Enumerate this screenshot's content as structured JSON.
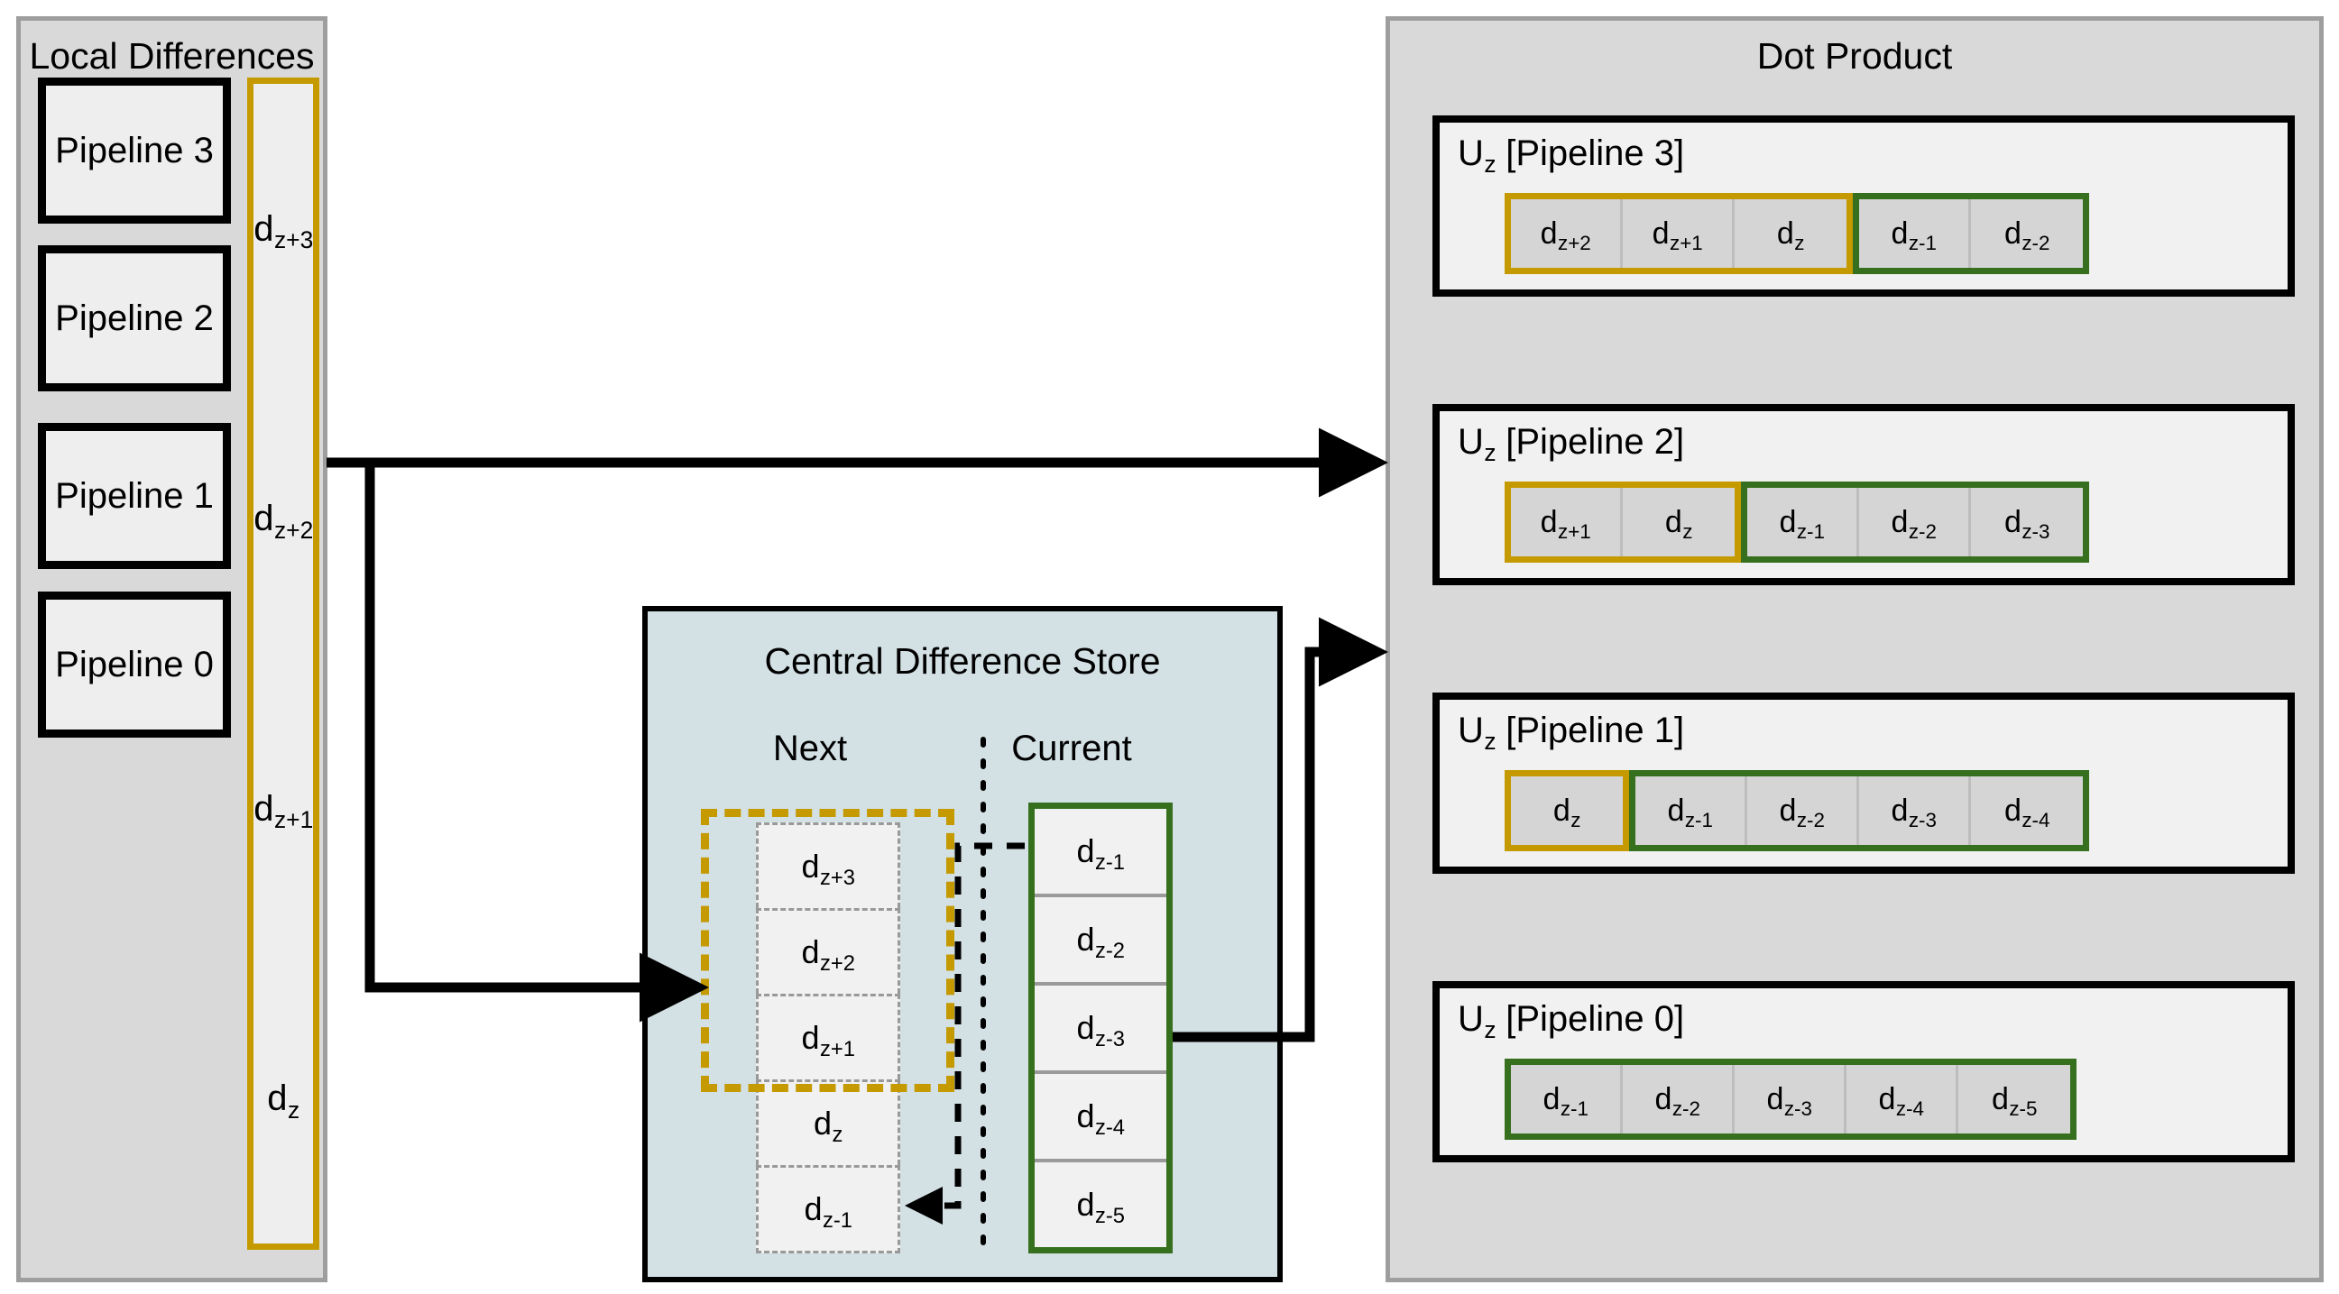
{
  "panels": {
    "local": {
      "title": "Local Differences"
    },
    "store": {
      "title": "Central Difference Store",
      "next_label": "Next",
      "current_label": "Current"
    },
    "dot": {
      "title": "Dot Product"
    }
  },
  "local": {
    "pipelines": [
      {
        "label": "Pipeline 3"
      },
      {
        "label": "Pipeline 2"
      },
      {
        "label": "Pipeline 1"
      },
      {
        "label": "Pipeline 0"
      }
    ],
    "gold_column": [
      {
        "base": "d",
        "sub": "z+3"
      },
      {
        "base": "d",
        "sub": "z+2"
      },
      {
        "base": "d",
        "sub": "z+1"
      },
      {
        "base": "d",
        "sub": "z"
      }
    ]
  },
  "store": {
    "next": [
      {
        "base": "d",
        "sub": "z+3"
      },
      {
        "base": "d",
        "sub": "z+2"
      },
      {
        "base": "d",
        "sub": "z+1"
      },
      {
        "base": "d",
        "sub": "z"
      },
      {
        "base": "d",
        "sub": "z-1"
      }
    ],
    "next_highlight_count": 4,
    "current": [
      {
        "base": "d",
        "sub": "z-1"
      },
      {
        "base": "d",
        "sub": "z-2"
      },
      {
        "base": "d",
        "sub": "z-3"
      },
      {
        "base": "d",
        "sub": "z-4"
      },
      {
        "base": "d",
        "sub": "z-5"
      }
    ]
  },
  "dot_product": {
    "rows": [
      {
        "label_prefix": "U",
        "label_sub": "z",
        "label_suffix": " [Pipeline 3]",
        "gold": [
          {
            "base": "d",
            "sub": "z+2"
          },
          {
            "base": "d",
            "sub": "z+1"
          },
          {
            "base": "d",
            "sub": "z"
          }
        ],
        "green": [
          {
            "base": "d",
            "sub": "z-1"
          },
          {
            "base": "d",
            "sub": "z-2"
          }
        ]
      },
      {
        "label_prefix": "U",
        "label_sub": "z",
        "label_suffix": " [Pipeline 2]",
        "gold": [
          {
            "base": "d",
            "sub": "z+1"
          },
          {
            "base": "d",
            "sub": "z"
          }
        ],
        "green": [
          {
            "base": "d",
            "sub": "z-1"
          },
          {
            "base": "d",
            "sub": "z-2"
          },
          {
            "base": "d",
            "sub": "z-3"
          }
        ]
      },
      {
        "label_prefix": "U",
        "label_sub": "z",
        "label_suffix": " [Pipeline 1]",
        "gold": [
          {
            "base": "d",
            "sub": "z"
          }
        ],
        "green": [
          {
            "base": "d",
            "sub": "z-1"
          },
          {
            "base": "d",
            "sub": "z-2"
          },
          {
            "base": "d",
            "sub": "z-3"
          },
          {
            "base": "d",
            "sub": "z-4"
          }
        ]
      },
      {
        "label_prefix": "U",
        "label_sub": "z",
        "label_suffix": " [Pipeline 0]",
        "gold": [],
        "green": [
          {
            "base": "d",
            "sub": "z-1"
          },
          {
            "base": "d",
            "sub": "z-2"
          },
          {
            "base": "d",
            "sub": "z-3"
          },
          {
            "base": "d",
            "sub": "z-4"
          },
          {
            "base": "d",
            "sub": "z-5"
          }
        ]
      }
    ]
  },
  "colors": {
    "gold": "#c49a00",
    "green": "#36701e",
    "panel_fill": "#d9d9d9",
    "panel_border": "#9e9e9e",
    "store_fill": "#d3e0e4",
    "cell_fill": "#f1f1f1",
    "dp_cell_fill": "#d5d5d5",
    "line": "#000000"
  }
}
